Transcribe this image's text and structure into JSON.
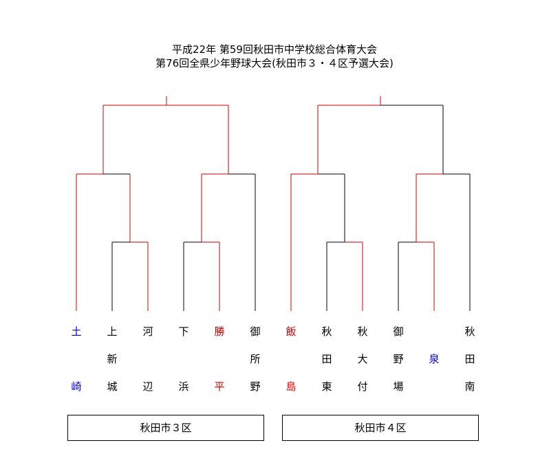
{
  "header": {
    "line1": "平成22年 第59回秋田市中学校総合体育大会",
    "line2": "第76回全県少年野球大会(秋田市３・４区予選大会)"
  },
  "colors": {
    "win": "#cc0000",
    "line": "#000000",
    "blue": "#0000cc",
    "red": "#cc0000",
    "black": "#000000"
  },
  "teams": [
    {
      "chars": [
        "土",
        "",
        "崎"
      ],
      "color": "blue"
    },
    {
      "chars": [
        "上",
        "新",
        "城"
      ],
      "color": "black"
    },
    {
      "chars": [
        "河",
        "",
        "辺"
      ],
      "color": "black"
    },
    {
      "chars": [
        "下",
        "",
        "浜"
      ],
      "color": "black"
    },
    {
      "chars": [
        "勝",
        "",
        "平"
      ],
      "color": "red"
    },
    {
      "chars": [
        "御",
        "所",
        "野"
      ],
      "color": "black"
    },
    {
      "chars": [
        "飯",
        "",
        "島"
      ],
      "color": "red"
    },
    {
      "chars": [
        "秋",
        "田",
        "東"
      ],
      "color": "black"
    },
    {
      "chars": [
        "秋",
        "大",
        "付"
      ],
      "color": "black"
    },
    {
      "chars": [
        "御",
        "野",
        "場"
      ],
      "color": "black"
    },
    {
      "chars": [
        "",
        "泉",
        ""
      ],
      "color": "blue"
    },
    {
      "chars": [
        "秋",
        "田",
        "南"
      ],
      "color": "black"
    }
  ],
  "zones": {
    "left": "秋田市３区",
    "right": "秋田市４区"
  }
}
